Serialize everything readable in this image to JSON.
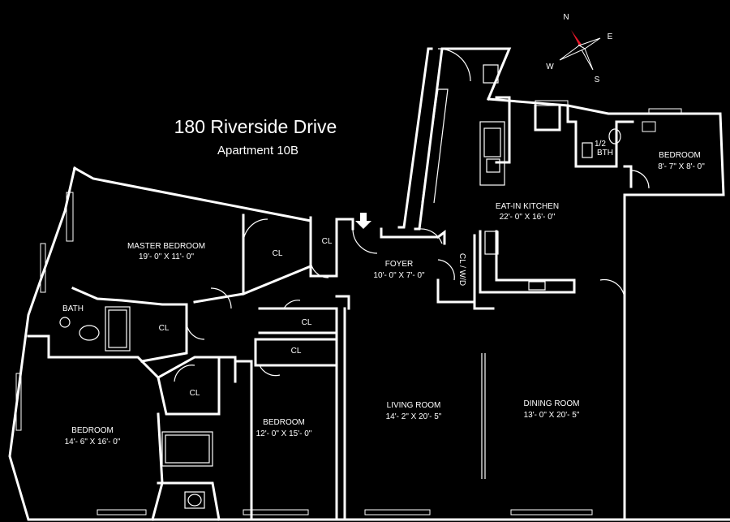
{
  "header": {
    "title": "180 Riverside Drive",
    "subtitle": "Apartment 10B"
  },
  "compass": {
    "n": "N",
    "e": "E",
    "s": "S",
    "w": "W",
    "needle_color": "#e8182a"
  },
  "rooms": {
    "master_bedroom": {
      "name": "MASTER BEDROOM",
      "dims": "19'- 0\" X 11'- 0\""
    },
    "bath": {
      "name": "BATH"
    },
    "cl_master": {
      "name": "CL"
    },
    "cl_entry": {
      "name": "CL"
    },
    "cl_hall": {
      "name": "CL"
    },
    "cl_upper": {
      "name": "CL"
    },
    "cl_lower": {
      "name": "CL"
    },
    "cl_bedroom": {
      "name": "CL"
    },
    "cl_foyer": {
      "name": "CL / W/D"
    },
    "bedroom_sw": {
      "name": "BEDROOM",
      "dims": "14'- 6\" X 16'- 0\""
    },
    "bedroom_mid": {
      "name": "BEDROOM",
      "dims": "12'- 0\" X 15'- 0\""
    },
    "foyer": {
      "name": "FOYER",
      "dims": "10'- 0\" X 7'- 0\""
    },
    "kitchen": {
      "name": "EAT-IN KITCHEN",
      "dims": "22'- 0\" X 16'- 0\""
    },
    "half_bath": {
      "name": "1/2",
      "name2": "BTH"
    },
    "bedroom_ne": {
      "name": "BEDROOM",
      "dims": "8'- 7\" X 8'- 0\""
    },
    "living": {
      "name": "LIVING ROOM",
      "dims": "14'- 2\" X 20'- 5\""
    },
    "dining": {
      "name": "DINING ROOM",
      "dims": "13'- 0\" X 20'- 5\""
    }
  }
}
